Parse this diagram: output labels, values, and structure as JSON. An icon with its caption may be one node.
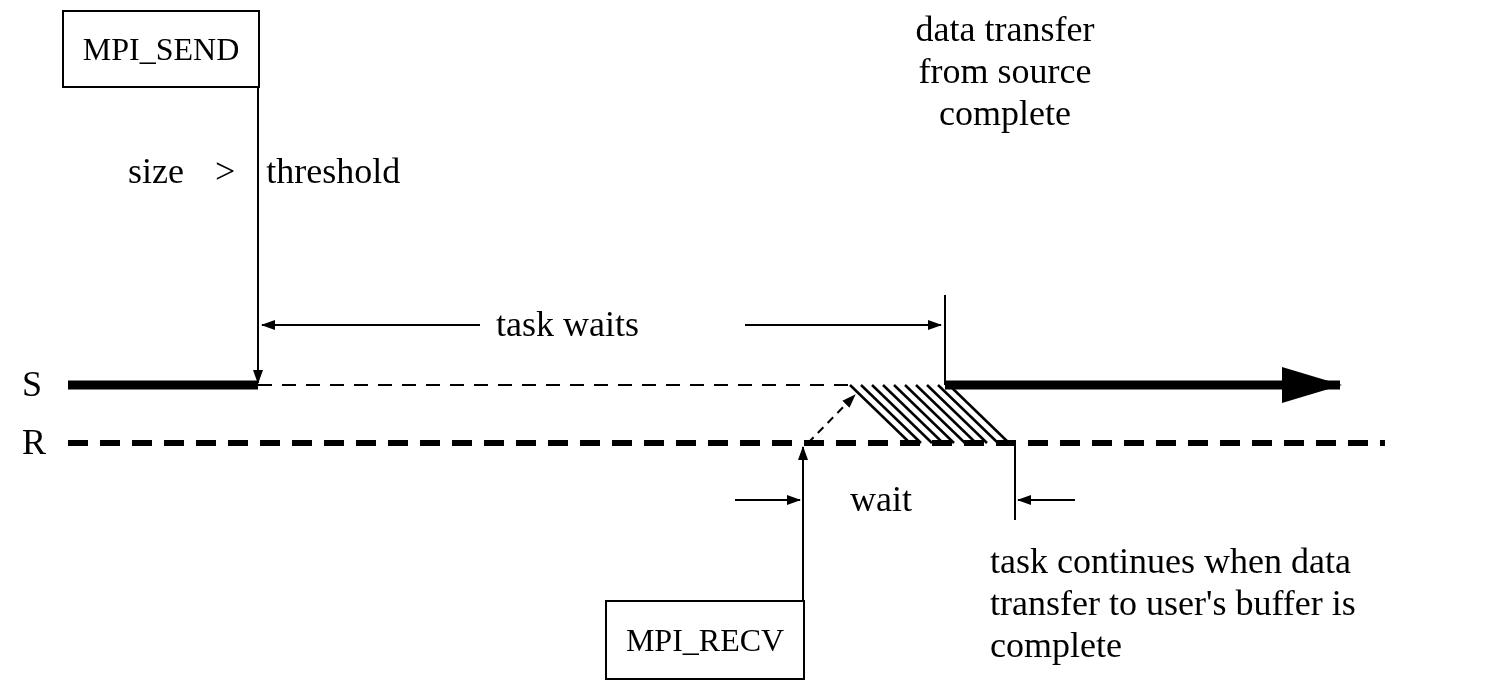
{
  "diagram": {
    "nodes": [
      {
        "text": [
          "MPI_SEND"
        ]
      },
      {
        "text": [
          "MPI_RECV"
        ]
      }
    ],
    "edges": [
      {
        "from": 0,
        "to": null,
        "arrow": "to"
      },
      {
        "from": 1,
        "to": null,
        "arrow": "to"
      }
    ],
    "labels": [
      "size > threshold",
      "data transfer from source complete",
      "task waits",
      "S",
      "R",
      "wait",
      "task continues when data transfer to user's buffer is complete"
    ]
  }
}
